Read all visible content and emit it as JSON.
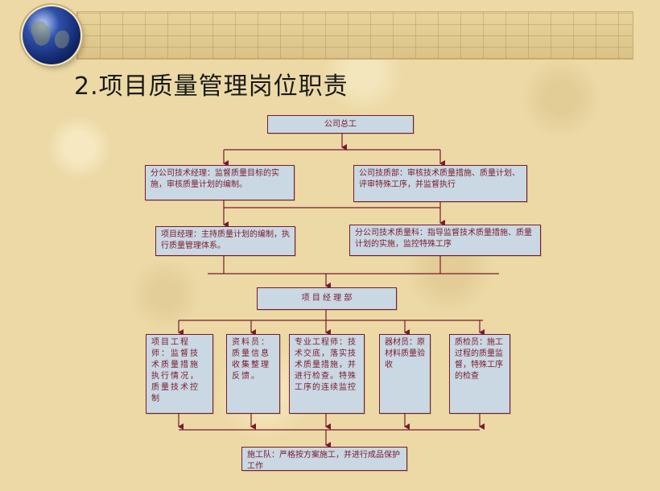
{
  "slide": {
    "title": "2.项目质量管理岗位职责"
  },
  "org_chart": {
    "top": "公司总工",
    "level2": {
      "left": "分公司技术经理：监督质量目标的实施，审核质量计划的编制。",
      "right": "公司技质部：审核技术质量措施、质量计划、评审特殊工序，并监督执行"
    },
    "level3": {
      "left": "项目经理：主持质量计划的编制，执行质量管理体系。",
      "right": "分公司技术质量科：指导监督技术质量措施、质量计划的实施，监控特殊工序"
    },
    "dept": "项 目 经 理 部",
    "staff": [
      "项目工程师：监督技术质量措施执行情况，质量技术控制",
      "资料员：质量信息收集整理反馈。",
      "专业工程师：技术交底，落实技术质量措施，并进行检查。特殊工序的连续监控",
      "器材员：原材料质量验收",
      "质检员：施工过程的质量监督，特殊工序的检查"
    ],
    "bottom": "施工队：严格按方案施工，并进行成品保护工作"
  },
  "colors": {
    "box_fill": "#c9d8e3",
    "line": "#7a1a2c",
    "text": "#7a1a2c",
    "background": "#ecd9a6"
  }
}
